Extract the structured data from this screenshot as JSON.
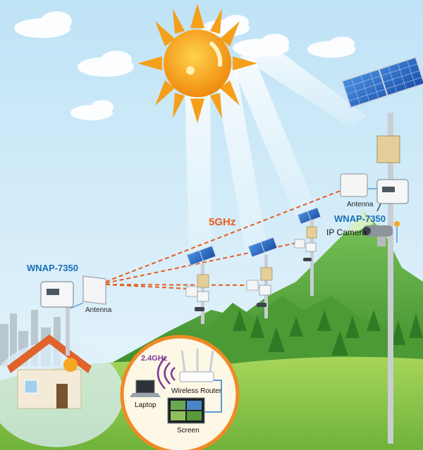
{
  "labels": {
    "band_5ghz": "5GHz",
    "band_24ghz": "2.4GHz",
    "device_left": "WNAP-7350",
    "device_right": "WNAP-7350",
    "antenna_left": "Antenna",
    "antenna_right": "Antenna",
    "ip_camera": "IP Camera",
    "wireless_router": "Wireless Router",
    "laptop": "Laptop",
    "screen": "Screen"
  },
  "colors": {
    "sky": "#cfe9f7",
    "sun": "#f7a21b",
    "link_5ghz": "#e85b1e",
    "brand": "#1a6fb5",
    "band_24": "#7a3b96",
    "circle_border": "#f08a24",
    "mountain": "#5aa83a",
    "grass": "#8cc63f"
  }
}
